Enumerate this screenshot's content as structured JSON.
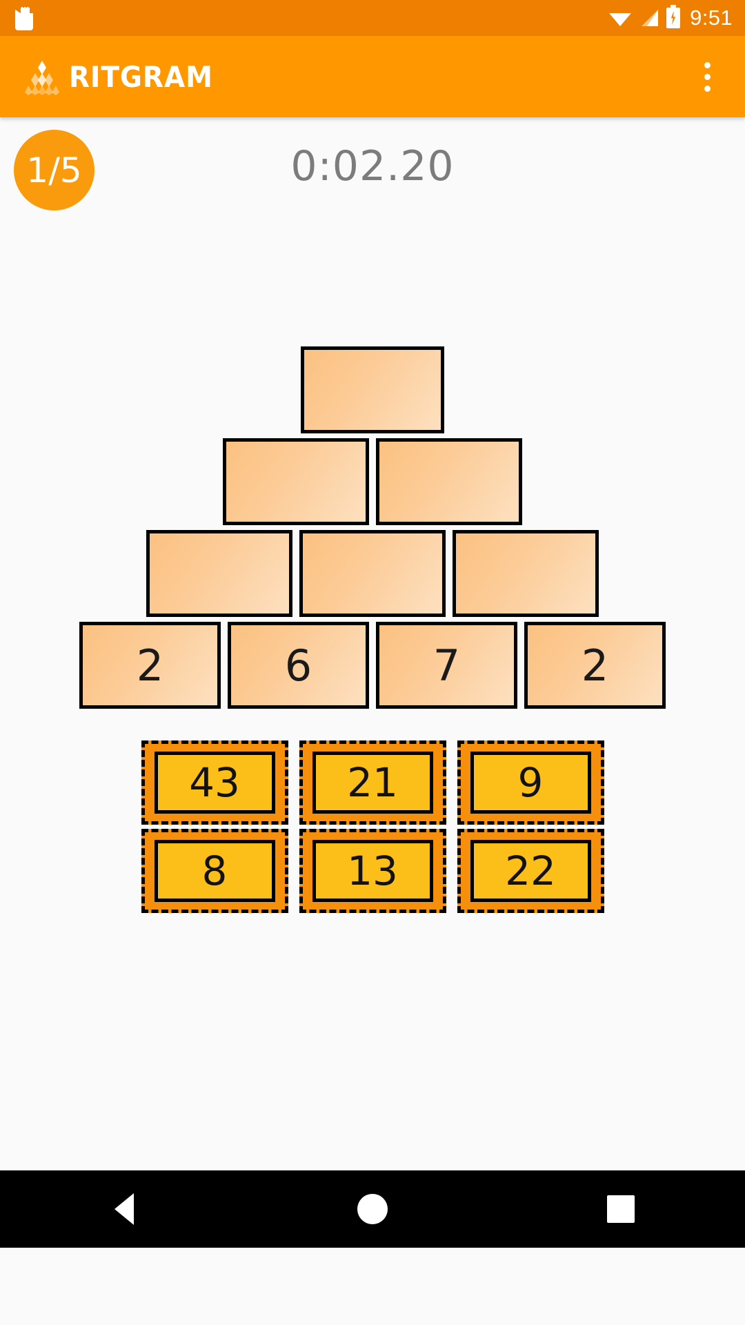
{
  "status_bar": {
    "background": "#EF7F00",
    "time": "9:51",
    "icons": [
      "sd-card-icon",
      "wifi-icon",
      "cell-signal-icon",
      "battery-charging-icon"
    ]
  },
  "app_bar": {
    "background": "#FF9800",
    "brand_text": "RITGRAM",
    "logo_icon": "ritgram-diamond-logo",
    "overflow_icon": "overflow-menu-icon"
  },
  "hud": {
    "round_badge": "1/5",
    "badge_color": "#F99B0C",
    "timer": "0:02.20",
    "timer_color": "#7C7C7C"
  },
  "pyramid": {
    "brick_fill_from": "#FBC181",
    "brick_fill_to": "#FDE0C0",
    "border_color": "#000000",
    "rows": [
      {
        "index": 1,
        "bricks": [
          {
            "label": ""
          }
        ]
      },
      {
        "index": 2,
        "bricks": [
          {
            "label": ""
          },
          {
            "label": ""
          }
        ]
      },
      {
        "index": 3,
        "bricks": [
          {
            "label": ""
          },
          {
            "label": ""
          },
          {
            "label": ""
          }
        ]
      },
      {
        "index": 4,
        "bricks": [
          {
            "label": "2"
          },
          {
            "label": "6"
          },
          {
            "label": "7"
          },
          {
            "label": "2"
          }
        ]
      }
    ]
  },
  "answer_tray": {
    "zone_border_color": "#000000",
    "zone_background": "#F6900C",
    "tile_background": "#FCBE19",
    "rows": [
      {
        "tiles": [
          {
            "label": "43"
          },
          {
            "label": "21"
          },
          {
            "label": "9"
          }
        ]
      },
      {
        "tiles": [
          {
            "label": "8"
          },
          {
            "label": "13"
          },
          {
            "label": "22"
          }
        ]
      }
    ]
  },
  "nav_bar": {
    "background": "#000000",
    "buttons": [
      {
        "icon": "back-icon"
      },
      {
        "icon": "home-icon"
      },
      {
        "icon": "recents-icon"
      }
    ]
  }
}
